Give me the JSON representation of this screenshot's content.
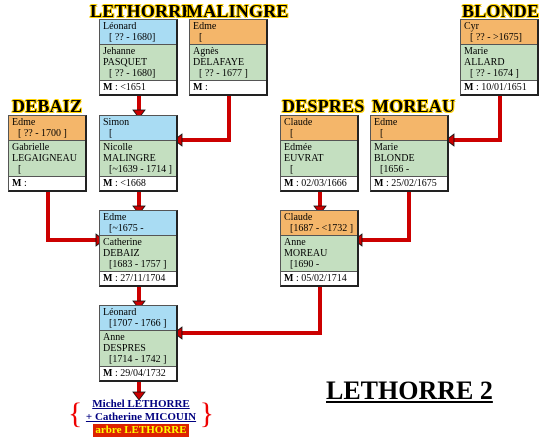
{
  "families": [
    "LETHORRE",
    "MALINGRE",
    "BLONDE",
    "DEBAIZ",
    "DESPRES",
    "MOREAU"
  ],
  "title": "LETHORRE 2",
  "marriage_prefix": "M",
  "couples": [
    {
      "husband": {
        "first": "Léonard",
        "dates": "[ ?? - 1680]"
      },
      "wife": {
        "first": "Jehanne",
        "last": "PASQUET",
        "dates": "[ ?? - 1680]"
      },
      "marriage": ": <1651"
    },
    {
      "husband": {
        "first": "Edme",
        "dates": "["
      },
      "wife": {
        "first": "Agnès",
        "last": "DELAFAYE",
        "dates": "[ ?? - 1677 ]"
      },
      "marriage": ":"
    },
    {
      "husband": {
        "first": "Cyr",
        "dates": "[ ?? - >1675]"
      },
      "wife": {
        "first": "Marie",
        "last": "ALLARD",
        "dates": "[ ?? - 1674 ]"
      },
      "marriage": ": 10/01/1651"
    },
    {
      "husband": {
        "first": "Edme",
        "dates": "[ ?? - 1700 ]"
      },
      "wife": {
        "first": "Gabrielle",
        "last": "LEGAIGNEAU",
        "dates": "["
      },
      "marriage": ":"
    },
    {
      "husband": {
        "first": "Simon",
        "dates": "["
      },
      "wife": {
        "first": "Nicolle",
        "last": "MALINGRE",
        "dates": "[~1639 - 1714 ]"
      },
      "marriage": ": <1668"
    },
    {
      "husband": {
        "first": "Claude",
        "dates": "["
      },
      "wife": {
        "first": "Edmée",
        "last": "EUVRAT",
        "dates": "["
      },
      "marriage": ": 02/03/1666"
    },
    {
      "husband": {
        "first": "Edme",
        "dates": "["
      },
      "wife": {
        "first": "Marie",
        "last": "BLONDE",
        "dates": "[1656 -"
      },
      "marriage": ": 25/02/1675"
    },
    {
      "husband": {
        "first": "Edme",
        "dates": "[~1675 -"
      },
      "wife": {
        "first": "Catherine",
        "last": "DEBAIZ",
        "dates": "[1683 - 1757 ]"
      },
      "marriage": ": 27/11/1704"
    },
    {
      "husband": {
        "first": "Claude",
        "dates": "[1687 - <1732 ]"
      },
      "wife": {
        "first": "Anne",
        "last": "MOREAU",
        "dates": "[1690 -"
      },
      "marriage": ": 05/02/1714"
    },
    {
      "husband": {
        "first": "Léonard",
        "dates": "[1707 - 1766 ]"
      },
      "wife": {
        "first": "Anne",
        "last": "DESPRES",
        "dates": "[1714 - 1742 ]"
      },
      "marriage": ": 29/04/1732"
    }
  ],
  "links": {
    "line1": "Michel LETHORRE",
    "line2": "+ Catherine MICOUIN",
    "line3": "arbre LETHORRE"
  },
  "colors": {
    "husband_box": "#a9dcf3",
    "wife_box": "#c4dfc0",
    "female_head": "#f4b66a",
    "connector": "#cc0000",
    "family_glow": "#ffd200"
  }
}
